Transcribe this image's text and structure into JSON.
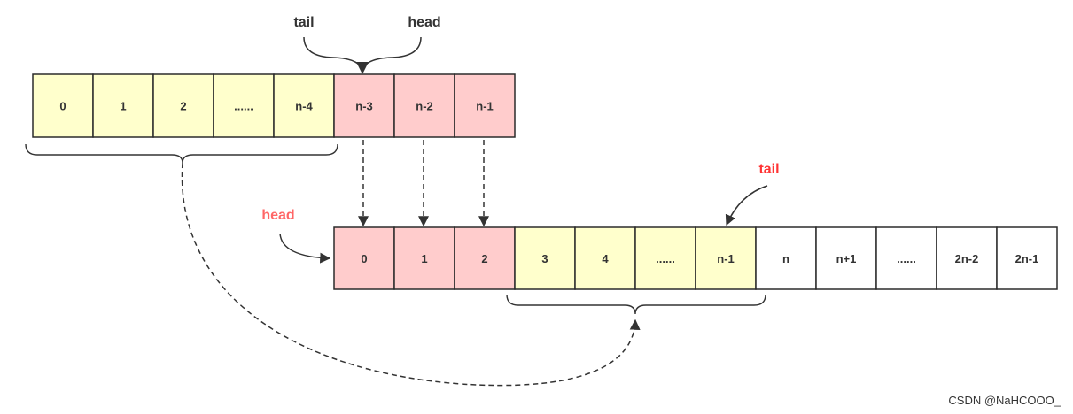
{
  "colors": {
    "yellow": "#ffffcc",
    "pink": "#ffcccc",
    "white": "#ffffff",
    "pointer_dark": "#333333",
    "pointer_red": "#ff3333",
    "pointer_head_red": "#ff6666"
  },
  "old_array": {
    "cells": [
      {
        "label": "0",
        "color": "yellow"
      },
      {
        "label": "1",
        "color": "yellow"
      },
      {
        "label": "2",
        "color": "yellow"
      },
      {
        "label": "......",
        "color": "yellow"
      },
      {
        "label": "n-4",
        "color": "yellow"
      },
      {
        "label": "n-3",
        "color": "pink"
      },
      {
        "label": "n-2",
        "color": "pink"
      },
      {
        "label": "n-1",
        "color": "pink"
      }
    ],
    "tail_label": "tail",
    "head_label": "head"
  },
  "new_array": {
    "cells": [
      {
        "label": "0",
        "color": "pink"
      },
      {
        "label": "1",
        "color": "pink"
      },
      {
        "label": "2",
        "color": "pink"
      },
      {
        "label": "3",
        "color": "yellow"
      },
      {
        "label": "4",
        "color": "yellow"
      },
      {
        "label": "......",
        "color": "yellow"
      },
      {
        "label": "n-1",
        "color": "yellow"
      },
      {
        "label": "n",
        "color": "white"
      },
      {
        "label": "n+1",
        "color": "white"
      },
      {
        "label": "......",
        "color": "white"
      },
      {
        "label": "2n-2",
        "color": "white"
      },
      {
        "label": "2n-1",
        "color": "white"
      }
    ],
    "head_label": "head",
    "tail_label": "tail"
  },
  "watermark": "CSDN @NaHCOOO_"
}
